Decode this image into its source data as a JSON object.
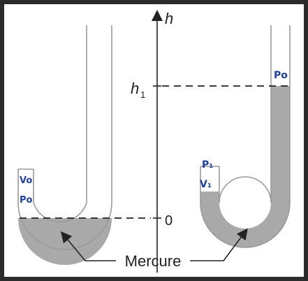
{
  "axis": {
    "name": "h",
    "level_h1": "h",
    "level_h1_sub": "1",
    "level_zero": "0"
  },
  "caption": "Mercure",
  "annotations": {
    "left_tube_volume": "Vo",
    "left_tube_pressure": "Po",
    "right_tube_pressure_top": "P₁",
    "right_tube_volume": "V₁",
    "right_tube_pressure_open": "Po"
  },
  "colors": {
    "tube_outline": "#9a9a9a",
    "mercury_fill": "#a9a9a9",
    "axis": "#222222",
    "handwriting": "#1f3fa0"
  }
}
